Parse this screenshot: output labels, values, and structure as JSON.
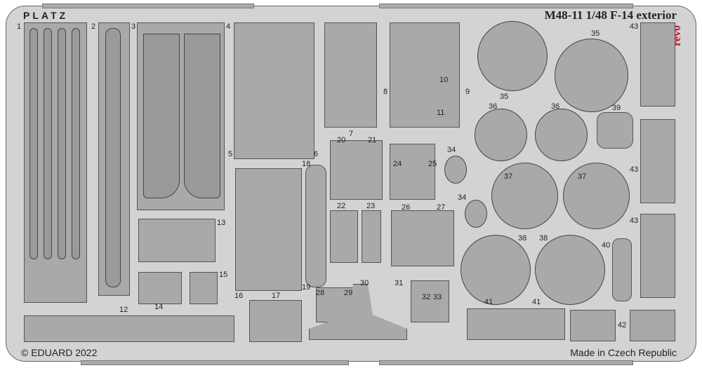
{
  "header": {
    "brand": "PLATZ",
    "title": "M48-11 1/48 F-14 exterior",
    "revision": "rev0"
  },
  "footer": {
    "copyright": "© EDUARD 2022",
    "origin": "Made in Czech Republic"
  },
  "colors": {
    "fret": "#d3d3d3",
    "part": "#a9a9a9",
    "revision": "#d0102a"
  },
  "part_numbers": [
    "1",
    "2",
    "3",
    "4",
    "5",
    "6",
    "7",
    "8",
    "9",
    "10",
    "11",
    "12",
    "13",
    "14",
    "15",
    "16",
    "17",
    "18",
    "19",
    "20",
    "21",
    "22",
    "23",
    "24",
    "25",
    "26",
    "27",
    "28",
    "29",
    "30",
    "31",
    "32",
    "33",
    "34",
    "34",
    "35",
    "35",
    "36",
    "36",
    "37",
    "37",
    "38",
    "38",
    "39",
    "40",
    "41",
    "41",
    "42",
    "43",
    "43",
    "43"
  ]
}
